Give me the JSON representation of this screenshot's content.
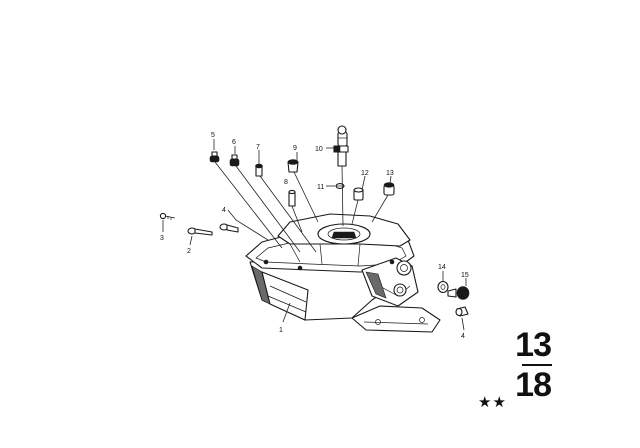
{
  "diagram": {
    "callouts": [
      "1",
      "2",
      "3",
      "4",
      "4",
      "5",
      "6",
      "7",
      "8",
      "9",
      "10",
      "11",
      "12",
      "13",
      "14",
      "15"
    ],
    "group_top": "13",
    "group_bottom": "18",
    "stars": "★★"
  }
}
